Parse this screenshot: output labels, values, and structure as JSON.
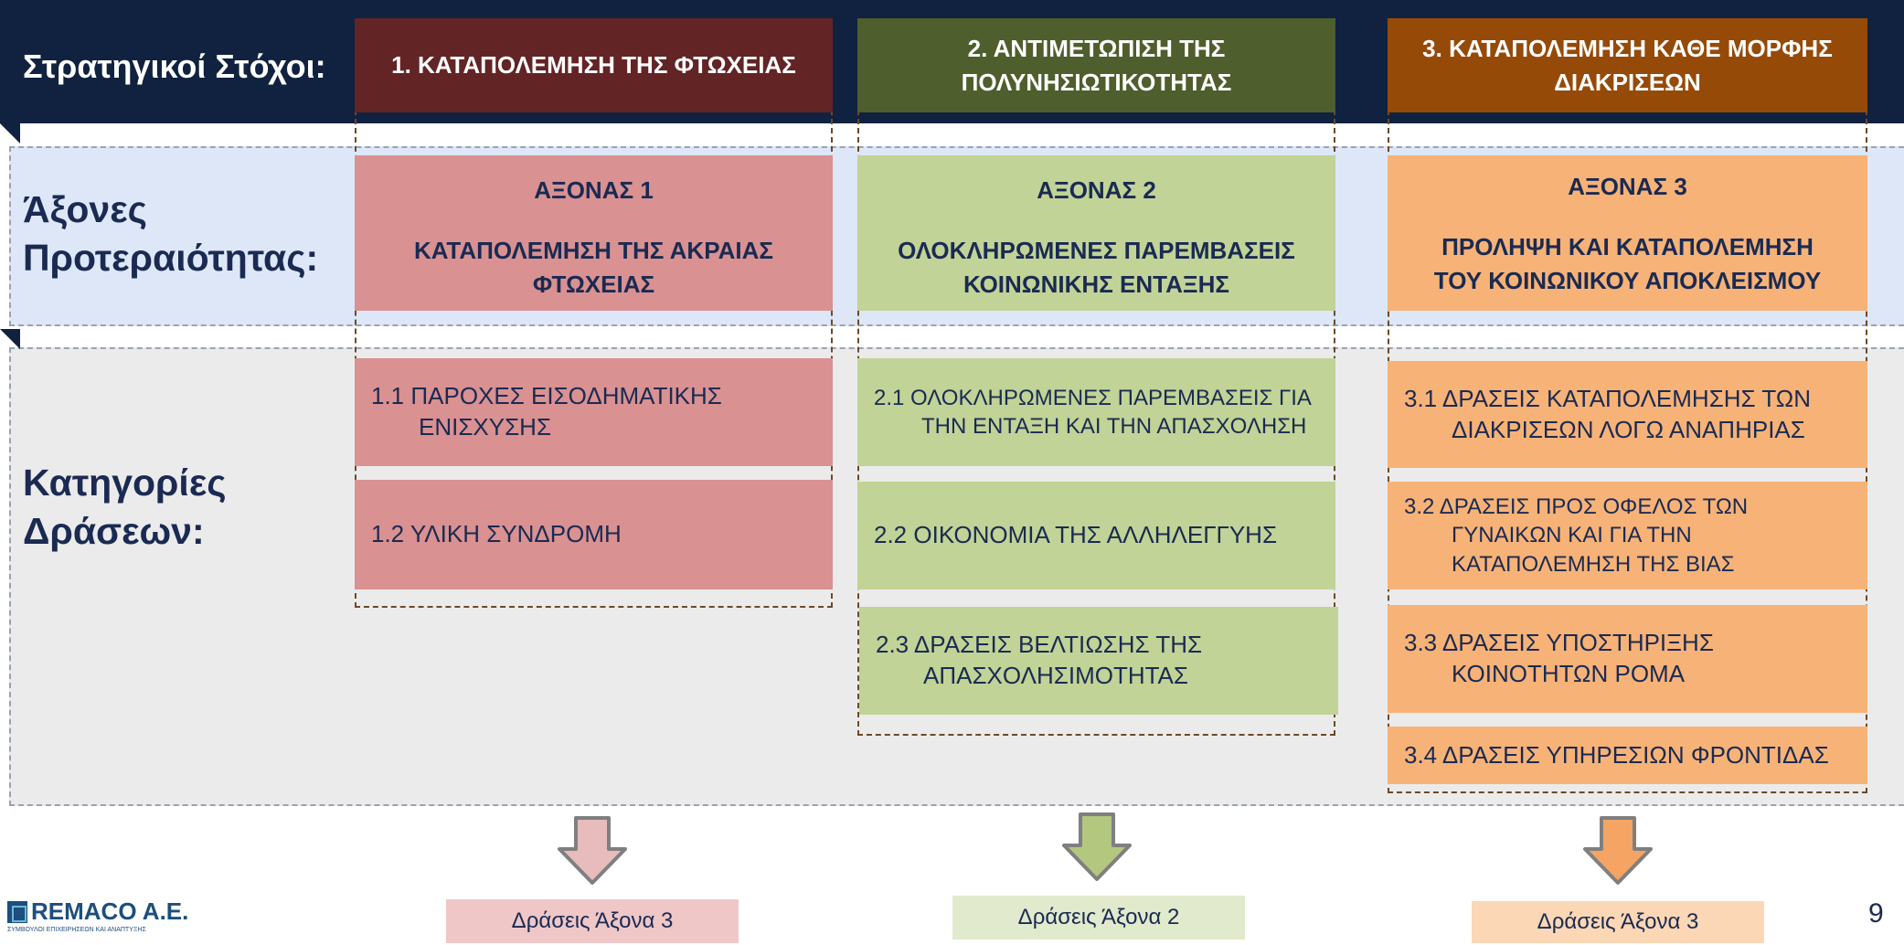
{
  "labels": {
    "goals": "Στρατηγικοί Στόχοι:",
    "axes_line1": "Άξονες",
    "axes_line2": "Προτεραιότητας:",
    "actions_line1": "Κατηγορίες",
    "actions_line2": "Δράσεων:"
  },
  "columns": [
    {
      "goal": "1. ΚΑΤΑΠΟΛΕΜΗΣΗ ΤΗΣ ΦΤΩΧΕΙΑΣ",
      "axis_title": "ΑΞΟΝΑΣ 1",
      "axis_desc": "ΚΑΤΑΠΟΛΕΜΗΣΗ ΤΗΣ ΑΚΡΑΙΑΣ ΦΤΩΧΕΙΑΣ",
      "actions": [
        "1.1 ΠΑΡΟΧΕΣ ΕΙΣΟΔΗΜΑΤΙΚΗΣ ΕΝΙΣΧΥΣΗΣ",
        "1.2 ΥΛΙΚΗ ΣΥΝΔΡΟΜΗ"
      ],
      "bottom": "Δράσεις Άξονα 3",
      "colors": {
        "goal": "#632425",
        "box": "#d99191",
        "bottom": "#efc7c7",
        "arrow": "#e8bcbc"
      }
    },
    {
      "goal_line1": "2. ΑΝΤΙΜΕΤΩΠΙΣΗ ΤΗΣ",
      "goal_line2": "ΠΟΛΥΝΗΣΙΩΤΙΚΟΤΗΤΑΣ",
      "axis_title": "ΑΞΟΝΑΣ 2",
      "axis_desc_line1": "ΟΛΟΚΛΗΡΩΜΕΝΕΣ ΠΑΡΕΜΒΑΣΕΙΣ",
      "axis_desc_line2": "ΚΟΙΝΩΝΙΚΗΣ ΕΝΤΑΞΗΣ",
      "actions": [
        "2.1  ΟΛΟΚΛΗΡΩΜΕΝΕΣ ΠΑΡΕΜΒΑΣΕΙΣ ΓΙΑ ΤΗΝ ΕΝΤΑΞΗ ΚΑΙ ΤΗΝ ΑΠΑΣΧΟΛΗΣΗ",
        "2.2 ΟΙΚΟΝΟΜΙΑ ΤΗΣ ΑΛΛΗΛΕΓΓΥΗΣ",
        "2.3  ΔΡΑΣΕΙΣ ΒΕΛΤΙΩΣΗΣ ΤΗΣ ΑΠΑΣΧΟΛΗΣΙΜΟΤΗΤΑΣ"
      ],
      "bottom": "Δράσεις Άξονα 2",
      "colors": {
        "goal": "#4e5e2c",
        "box": "#c1d396",
        "bottom": "#e1eacc",
        "arrow": "#b4c77f"
      }
    },
    {
      "goal_line1": "3. ΚΑΤΑΠΟΛΕΜΗΣΗ ΚΑΘΕ ΜΟΡΦΗΣ",
      "goal_line2": "ΔΙΑΚΡΙΣΕΩΝ",
      "axis_title": "ΑΞΟΝΑΣ 3",
      "axis_desc_line1": "ΠΡΟΛΗΨΗ ΚΑΙ ΚΑΤΑΠΟΛΕΜΗΣΗ",
      "axis_desc_line2": "ΤΟΥ ΚΟΙΝΩΝΙΚΟΥ ΑΠΟΚΛΕΙΣΜΟΥ",
      "actions": [
        "3.1 ΔΡΑΣΕΙΣ ΚΑΤΑΠΟΛΕΜΗΣΗΣ ΤΩΝ ΔΙΑΚΡΙΣΕΩΝ ΛΟΓΩ ΑΝΑΠΗΡΙΑΣ",
        "3.2 ΔΡΑΣΕΙΣ ΠΡΟΣ ΟΦΕΛΟΣ ΤΩΝ ΓΥΝΑΙΚΩΝ ΚΑΙ ΓΙΑ ΤΗΝ ΚΑΤΑΠΟΛΕΜΗΣΗ ΤΗΣ ΒΙΑΣ",
        "3.3 ΔΡΑΣΕΙΣ ΥΠΟΣΤΗΡΙΞΗΣ ΚΟΙΝΟΤΗΤΩΝ ΡΟΜΑ",
        "3.4 ΔΡΑΣΕΙΣ ΥΠΗΡΕΣΙΩΝ ΦΡΟΝΤΙΔΑΣ"
      ],
      "bottom": "Δράσεις Άξονα 3",
      "colors": {
        "goal": "#964a08",
        "box": "#f7b277",
        "bottom": "#fcd7b6",
        "arrow": "#f5a463"
      }
    }
  ],
  "footer": {
    "logo_text": "REMACO A.E.",
    "logo_sub": "ΣΥΜΒΟΥΛΟΙ ΕΠΙΧΕΙΡΗΣΕΩΝ ΚΑΙ ΑΝΑΠΤΥΞΗΣ",
    "page_number": "9"
  },
  "colors": {
    "goals_band": "#10223f",
    "axes_band": "#dde7f7",
    "actions_band": "#ebebeb",
    "text": "#1a2a52"
  }
}
